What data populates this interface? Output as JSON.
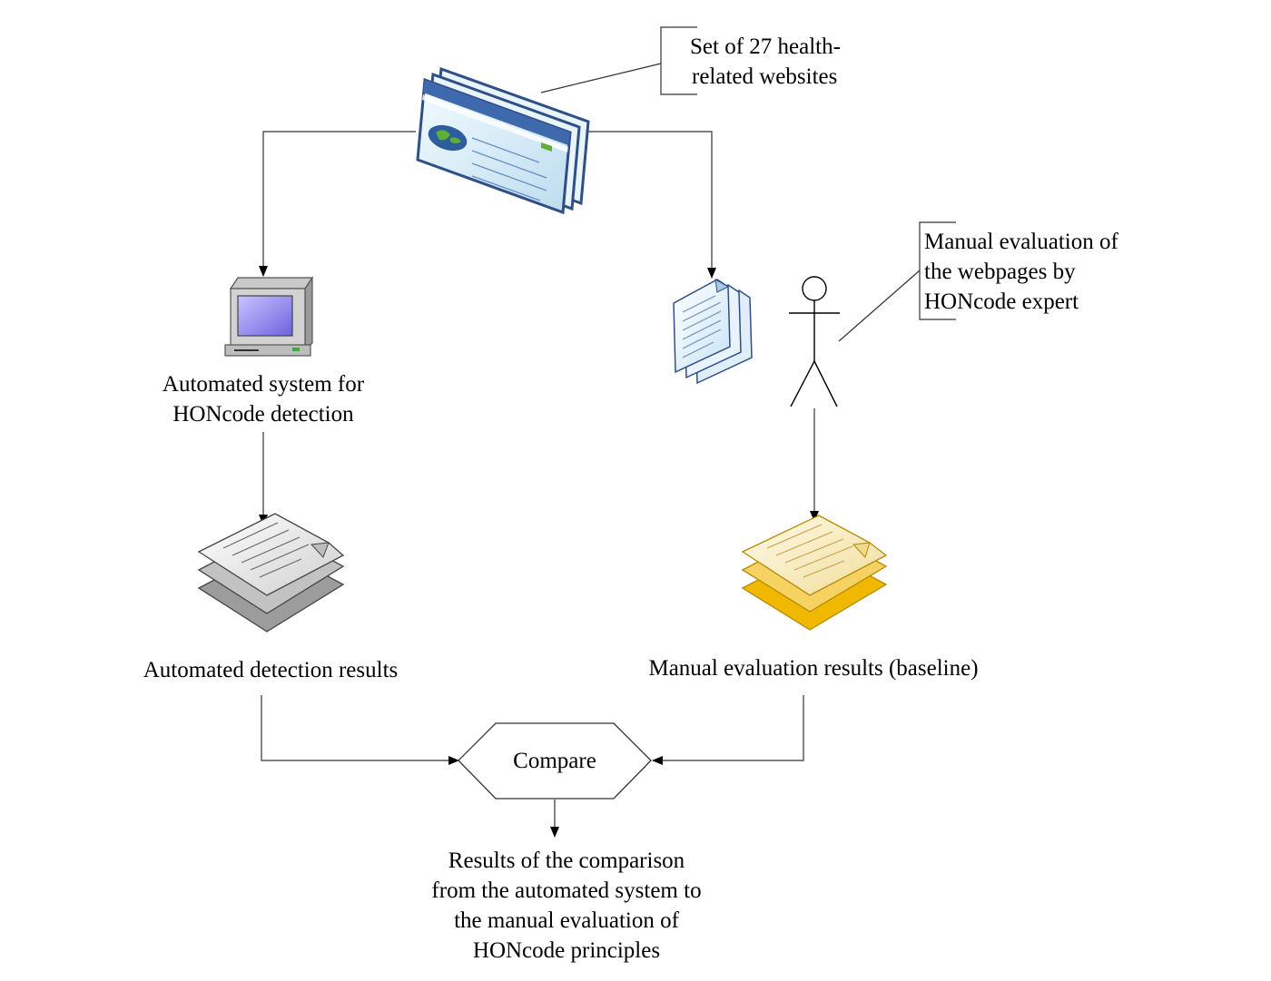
{
  "annotations": {
    "websites": [
      "Set of 27 health-",
      "related websites"
    ],
    "expert": [
      "Manual evaluation of",
      "the webpages by",
      "HONcode expert"
    ]
  },
  "nodes": {
    "automated_system": [
      "Automated system for",
      "HONcode detection"
    ],
    "automated_results": "Automated detection results",
    "manual_results": "Manual evaluation results (baseline)",
    "compare": "Compare",
    "comparison_results": [
      "Results of the comparison",
      "from the automated system to",
      "the manual evaluation of",
      "HONcode principles"
    ]
  },
  "colors": {
    "browser_frame": "#3a5f9e",
    "browser_body": "#d9ecf7",
    "monitor_screen": "#8f86f0",
    "doc_blue": "#e4f1fb",
    "doc_gray": "#d8d8d8",
    "doc_yellow": "#f2c230",
    "line": "#333333"
  }
}
